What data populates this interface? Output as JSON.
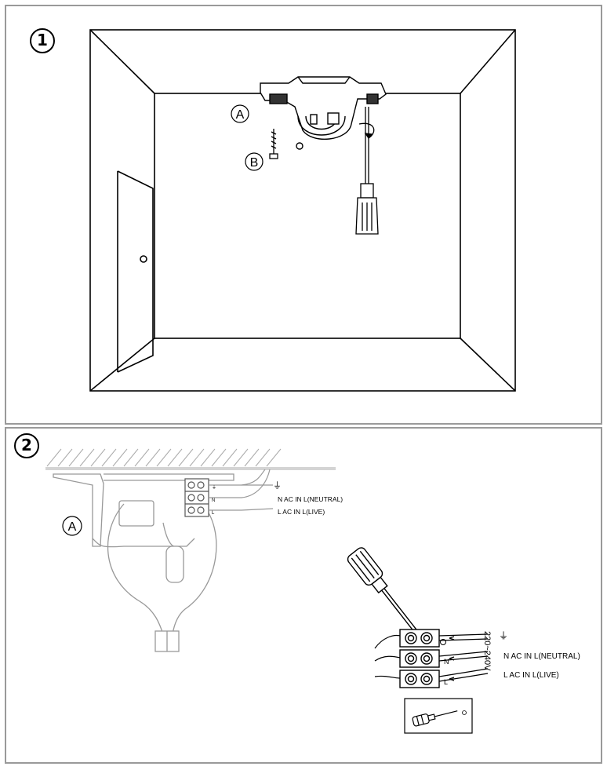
{
  "step1": {
    "number": "1",
    "label_a": "A",
    "label_b": "B"
  },
  "step2": {
    "number": "2",
    "label_a": "A",
    "left_block": {
      "ground_symbol": "⏚",
      "neutral_label": "N  AC IN L(NEUTRAL)",
      "live_label": "L  AC IN L(LIVE)",
      "terminal_marks": [
        "⏚",
        "N",
        "L"
      ]
    },
    "right_block": {
      "voltage": "220~240V",
      "ground_symbol": "⏚",
      "neutral_label": "N  AC IN L(NEUTRAL)",
      "live_label": "L  AC IN L(LIVE)",
      "terminal_marks": [
        "N",
        "L"
      ]
    }
  }
}
